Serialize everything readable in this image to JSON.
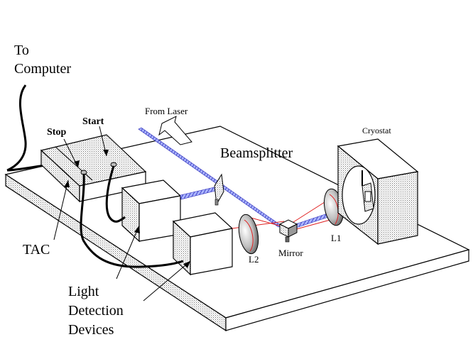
{
  "labels": {
    "to_computer_line1": "To",
    "to_computer_line2": "Computer",
    "stop": "Stop",
    "start": "Start",
    "from_laser": "From Laser",
    "beamsplitter": "Beamsplitter",
    "cryostat": "Cryostat",
    "tac": "TAC",
    "mirror": "Mirror",
    "l1": "L1",
    "l2": "L2",
    "light_detection_line1": "Light",
    "light_detection_line2": "Detection",
    "light_detection_line3": "Devices"
  },
  "colors": {
    "laser_beam": "#3a3ad0",
    "optical_path": "#e02020",
    "outline": "#000000",
    "panel_fill": "#ffffff"
  }
}
